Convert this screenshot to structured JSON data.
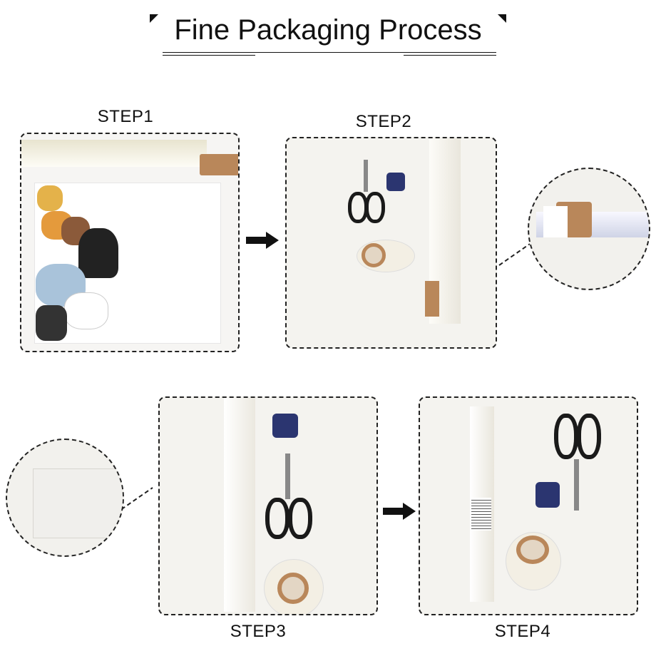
{
  "header": {
    "title": "Fine Packaging Process"
  },
  "steps": [
    {
      "label": "STEP1"
    },
    {
      "label": "STEP2"
    },
    {
      "label": "STEP3"
    },
    {
      "label": "STEP4"
    }
  ],
  "colors": {
    "border": "#222222",
    "tube": "#b9875a",
    "tape_dispenser": "#2b3570",
    "scissors": "#1a1a1a"
  }
}
